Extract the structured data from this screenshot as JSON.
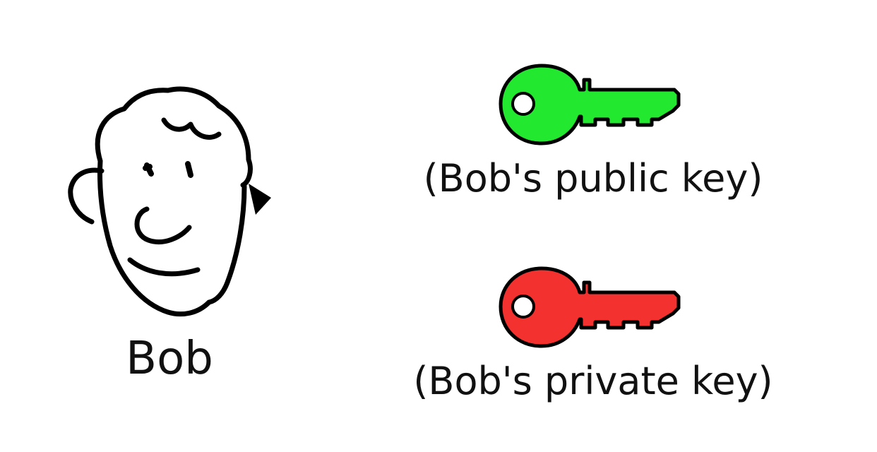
{
  "person": {
    "name": "Bob",
    "icon": "face-icon"
  },
  "keys": [
    {
      "label": "(Bob's public key)",
      "color": "#22e830",
      "icon": "key-icon"
    },
    {
      "label": "(Bob's private key)",
      "color": "#f3312e",
      "icon": "key-icon"
    }
  ]
}
